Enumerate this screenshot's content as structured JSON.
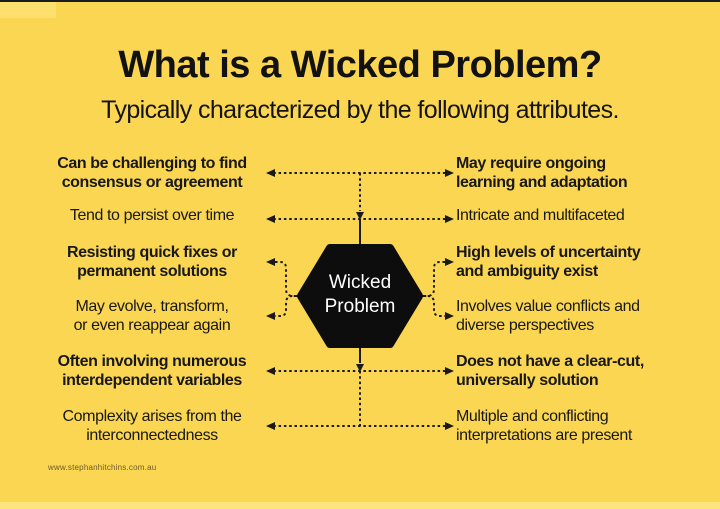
{
  "page": {
    "title": "What is a Wicked Problem?",
    "subtitle": "Typically characterized by the following attributes.",
    "watermark": "www.stephanhitchins.com.au",
    "colors": {
      "background": "#fbd652",
      "line": "#1a1a1a",
      "hexagon_fill": "#0d0d0d",
      "hexagon_text": "#ffffff",
      "text": "#171717"
    }
  },
  "center": {
    "shape": "hexagon",
    "label": "Wicked\nProblem"
  },
  "left_attributes": [
    {
      "text": "Can be challenging to find\nconsensus or agreement",
      "emphasis": "bold"
    },
    {
      "text": "Tend to persist over time",
      "emphasis": "regular"
    },
    {
      "text": "Resisting quick fixes or\npermanent solutions",
      "emphasis": "bold"
    },
    {
      "text": "May evolve, transform,\nor even reappear again",
      "emphasis": "regular"
    },
    {
      "text": "Often involving numerous\ninterdependent variables",
      "emphasis": "bold"
    },
    {
      "text": "Complexity arises from the\ninterconnectedness",
      "emphasis": "regular"
    }
  ],
  "right_attributes": [
    {
      "text": "May require ongoing\nlearning and adaptation",
      "emphasis": "bold"
    },
    {
      "text": "Intricate and multifaceted",
      "emphasis": "regular"
    },
    {
      "text": "High levels of uncertainty\nand ambiguity exist",
      "emphasis": "bold"
    },
    {
      "text": "Involves value conflicts and\ndiverse perspectives",
      "emphasis": "regular"
    },
    {
      "text": "Does not have a clear-cut,\nuniversally solution",
      "emphasis": "bold"
    },
    {
      "text": "Multiple and conflicting\ninterpretations are present",
      "emphasis": "regular"
    }
  ]
}
